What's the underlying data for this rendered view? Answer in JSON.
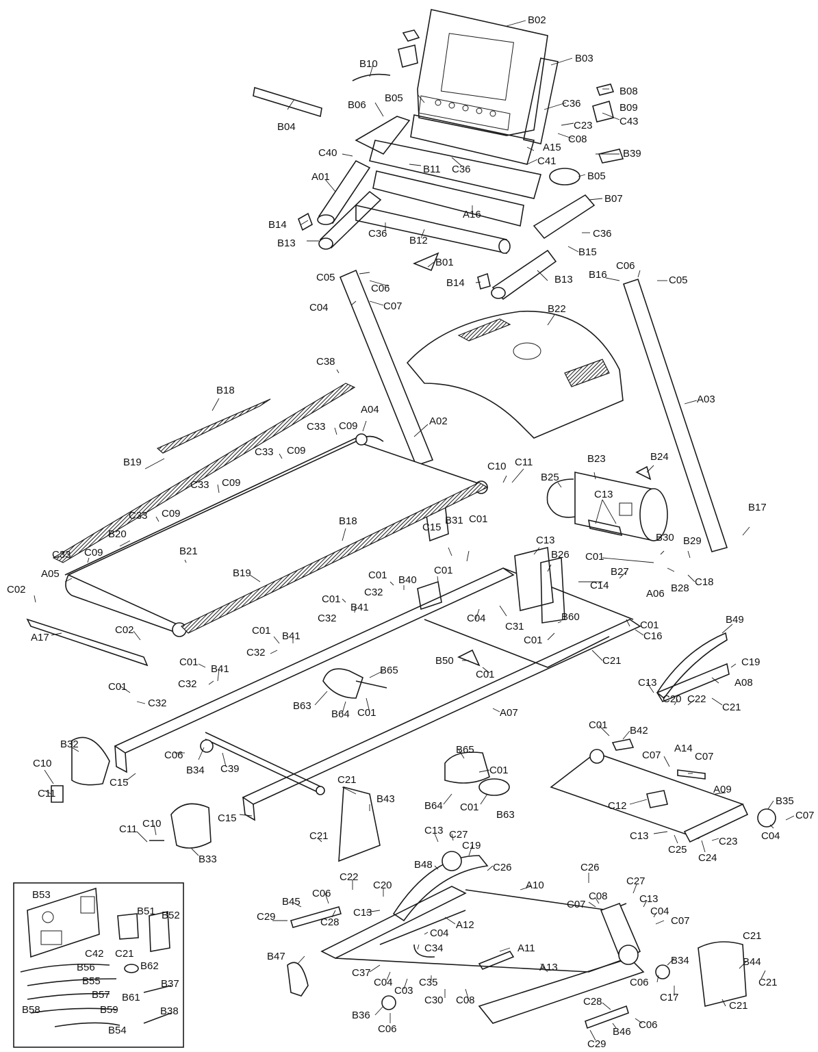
{
  "labels": {
    "B02": "B02",
    "B03": "B03",
    "B10": "B10",
    "B08": "B08",
    "B09": "B09",
    "C43": "C43",
    "B04": "B04",
    "B05a": "B05",
    "B06": "B06",
    "C36a": "C36",
    "C23a": "C23",
    "C08a": "C08",
    "C40": "C40",
    "B11": "B11",
    "C36b": "C36",
    "A15": "A15",
    "C41": "C41",
    "B39": "B39",
    "A01": "A01",
    "B05b": "B05",
    "B07": "B07",
    "B14a": "B14",
    "A16": "A16",
    "C36c": "C36",
    "C36d": "C36",
    "B13a": "B13",
    "B12": "B12",
    "B15": "B15",
    "B01": "B01",
    "C05a": "C05",
    "C06a": "C06",
    "B14b": "B14",
    "B13b": "B13",
    "B16": "B16",
    "C06b": "C06",
    "C05b": "C05",
    "C04a": "C04",
    "C07a": "C07",
    "B22": "B22",
    "C38": "C38",
    "B18a": "B18",
    "A03": "A03",
    "A04": "A04",
    "C33a": "C33",
    "C09a": "C09",
    "A02": "A02",
    "C33b": "C33",
    "C09b": "C09",
    "B19a": "B19",
    "C33c": "C33",
    "C09c": "C09",
    "C10a": "C10",
    "C11a": "C11",
    "B23": "B23",
    "B24": "B24",
    "B25": "B25",
    "C13a": "C13",
    "C33d": "C33",
    "C09d": "C09",
    "B18b": "B18",
    "B20": "B20",
    "B17": "B17",
    "B21": "B21",
    "C33e": "C33",
    "C09e": "C09",
    "C15a": "C15",
    "B31": "B31",
    "C01a": "C01",
    "C13b": "C13",
    "B26": "B26",
    "B30": "B30",
    "B29": "B29",
    "C01b": "C01",
    "A05": "A05",
    "B19b": "B19",
    "C01c": "C01",
    "C01d": "C01",
    "B40": "B40",
    "C32a": "C32",
    "B27": "B27",
    "C14": "C14",
    "C18": "C18",
    "B28": "B28",
    "A06": "A06",
    "C02a": "C02",
    "C01e": "C01",
    "B41a": "B41",
    "C32b": "C32",
    "C04b": "C04",
    "C31": "C31",
    "B60": "B60",
    "C01f": "C01",
    "C16": "C16",
    "C01g": "C01",
    "B49": "B49",
    "C02b": "C02",
    "A17": "A17",
    "C01h": "C01",
    "B41b": "B41",
    "C32c": "C32",
    "C21a": "C21",
    "B50": "B50",
    "C01i": "C01",
    "C19a": "C19",
    "C01j": "C01",
    "B41c": "B41",
    "C32d": "C32",
    "B65a": "B65",
    "A08": "A08",
    "C13c": "C13",
    "C21b": "C21",
    "C01k": "C01",
    "C32e": "C32",
    "B63a": "B63",
    "B64a": "B64",
    "C01l": "C01",
    "C20a": "C20",
    "C22a": "C22",
    "A07": "A07",
    "C01m": "C01",
    "B42": "B42",
    "B32": "B32",
    "C06c": "C06",
    "B34a": "B34",
    "C39": "C39",
    "C10b": "C10",
    "C15b": "C15",
    "B65b": "B65",
    "C01n": "C01",
    "C07b": "C07",
    "A14": "A14",
    "C07c": "C07",
    "A09": "A09",
    "C11b": "C11",
    "B64b": "B64",
    "C01o": "C01",
    "B63b": "B63",
    "C21c": "C21",
    "B43": "B43",
    "C12": "C12",
    "B35": "B35",
    "C07d": "C07",
    "C15c": "C15",
    "C04c": "C04",
    "C11c": "C11",
    "C10c": "C10",
    "C21d": "C21",
    "C13d": "C13",
    "C27a": "C27",
    "C19b": "C19",
    "C13e": "C13",
    "C25": "C25",
    "C24": "C24",
    "C23b": "C23",
    "B33": "B33",
    "C26a": "C26",
    "B53": "B53",
    "B48": "B48",
    "C26b": "C26",
    "B51": "B51",
    "B52": "B52",
    "C22b": "C22",
    "C20b": "C20",
    "A10": "A10",
    "C27b": "C27",
    "C06d": "C06",
    "C13f": "C13",
    "C07e": "C07",
    "C08b": "C08",
    "C13g": "C13",
    "B45": "B45",
    "C29a": "C29",
    "C28a": "C28",
    "C04d": "C04",
    "C07f": "C07",
    "A12": "A12",
    "C04e": "C04",
    "C21e": "C21",
    "C42": "C42",
    "C34": "C34",
    "A11": "A11",
    "B56": "B56",
    "B62": "B62",
    "B55": "B55",
    "B47": "B47",
    "C37": "C37",
    "C04f": "C04",
    "C03": "C03",
    "C35": "C35",
    "A13": "A13",
    "B44": "B44",
    "B34b": "B34",
    "B57": "B57",
    "B61": "B61",
    "B37": "B37",
    "C06e": "C06",
    "C21f": "C21",
    "C17": "C17",
    "C30": "C30",
    "C08c": "C08",
    "B58": "B58",
    "B59": "B59",
    "C21g": "C21",
    "B38": "B38",
    "B36": "B36",
    "C28b": "C28",
    "B54": "B54",
    "C06f": "C06",
    "C06g": "C06",
    "B46": "B46",
    "C29b": "C29"
  }
}
